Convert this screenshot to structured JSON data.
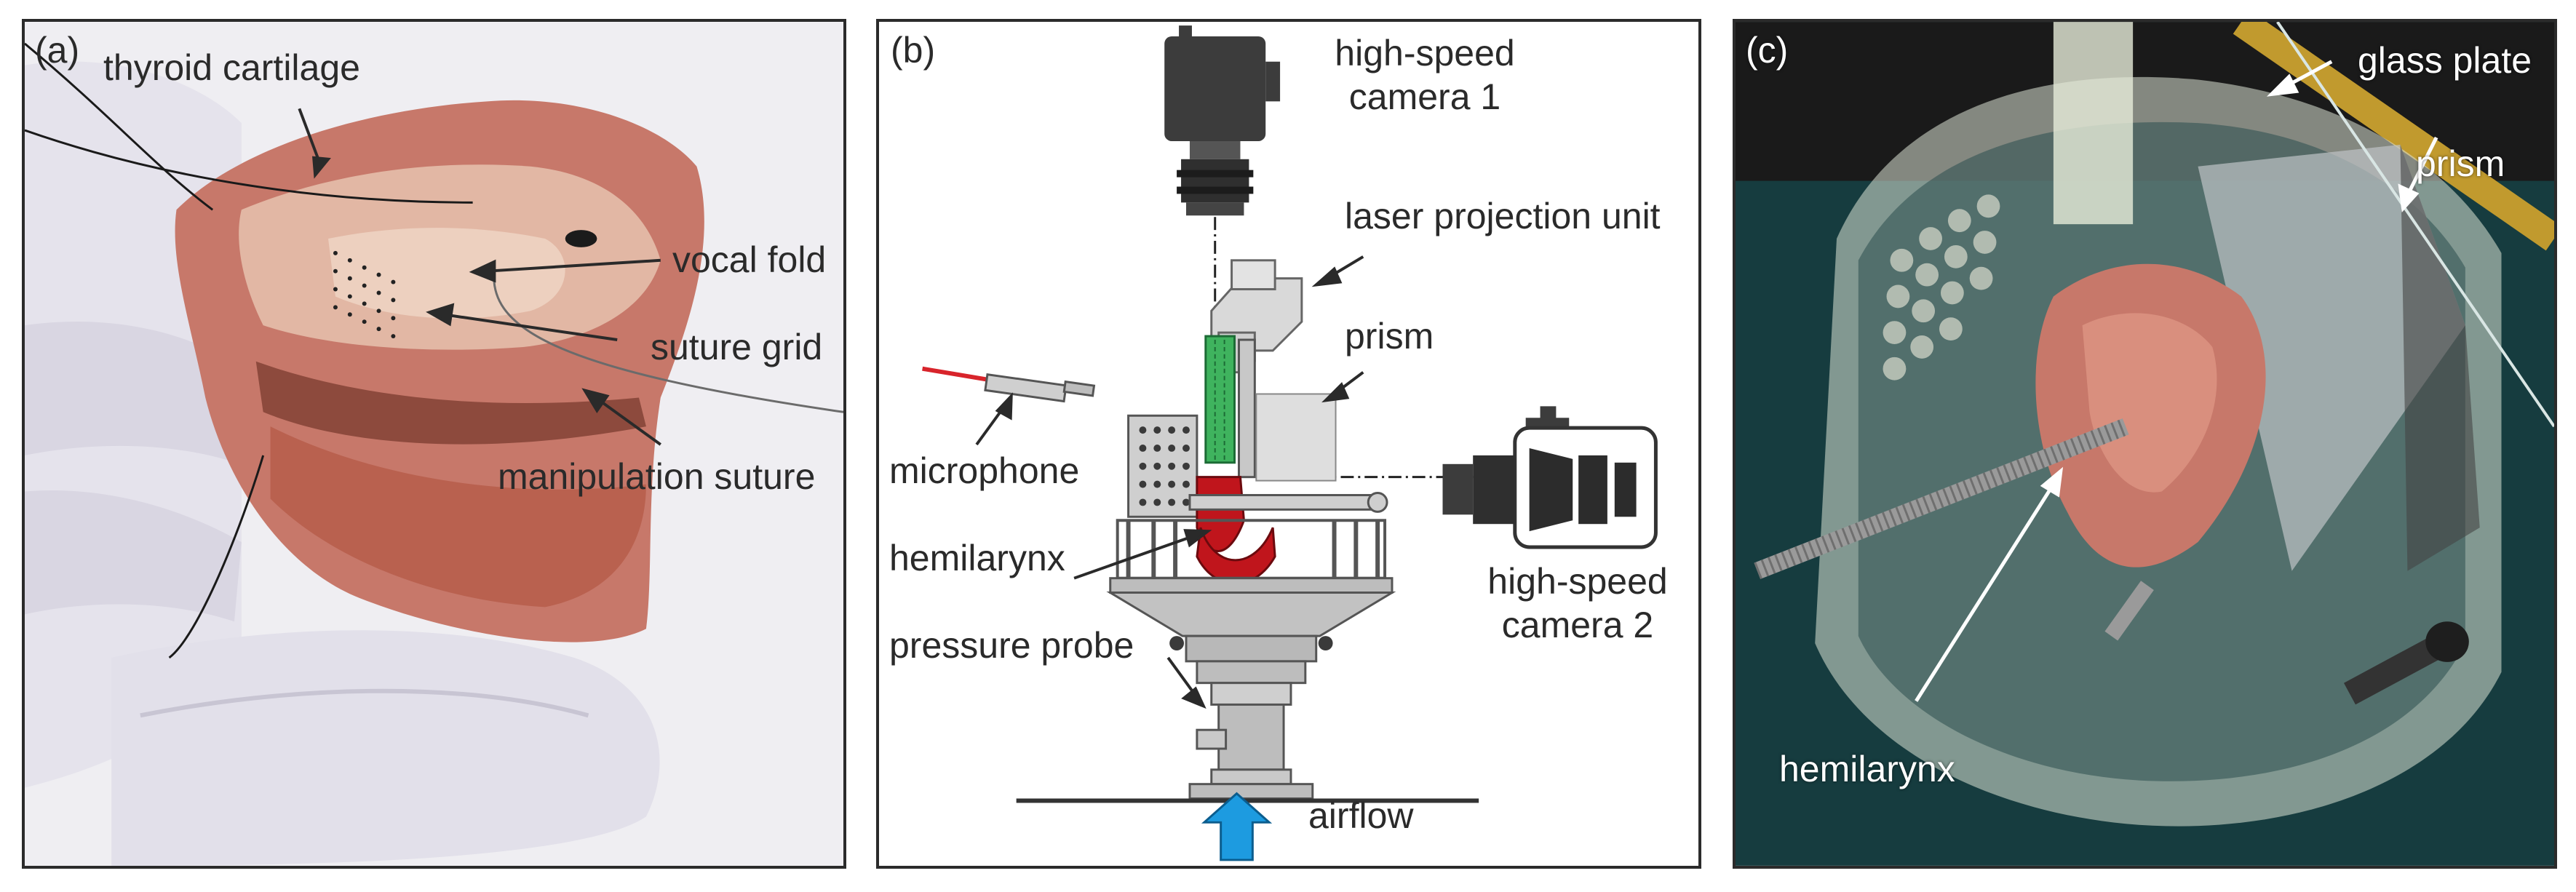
{
  "panel_a": {
    "tag": "(a)",
    "labels": {
      "thyroid_cartilage": "thyroid cartilage",
      "vocal_fold": "vocal fold",
      "suture_grid": "suture grid",
      "manipulation_suture": "manipulation suture"
    }
  },
  "panel_b": {
    "tag": "(b)",
    "labels": {
      "camera1_line1": "high-speed",
      "camera1_line2": "camera 1",
      "laser": "laser projection unit",
      "prism": "prism",
      "microphone": "microphone",
      "hemilarynx": "hemilarynx",
      "camera2_line1": "high-speed",
      "camera2_line2": "camera 2",
      "pressure_probe": "pressure probe",
      "airflow": "airflow"
    }
  },
  "panel_c": {
    "tag": "(c)",
    "labels": {
      "glass_plate": "glass plate",
      "prism": "prism",
      "hemilarynx": "hemilarynx"
    }
  },
  "colors": {
    "tissue": "#c7786a",
    "glove": "#eceaf1",
    "dark_device": "#3a3a3a",
    "laser_green": "#3fb35e",
    "hemilarynx_red": "#c0151c",
    "airflow_blue": "#1d9be0",
    "mic_cable_red": "#d8242b",
    "background_teal": "#163c3f"
  }
}
